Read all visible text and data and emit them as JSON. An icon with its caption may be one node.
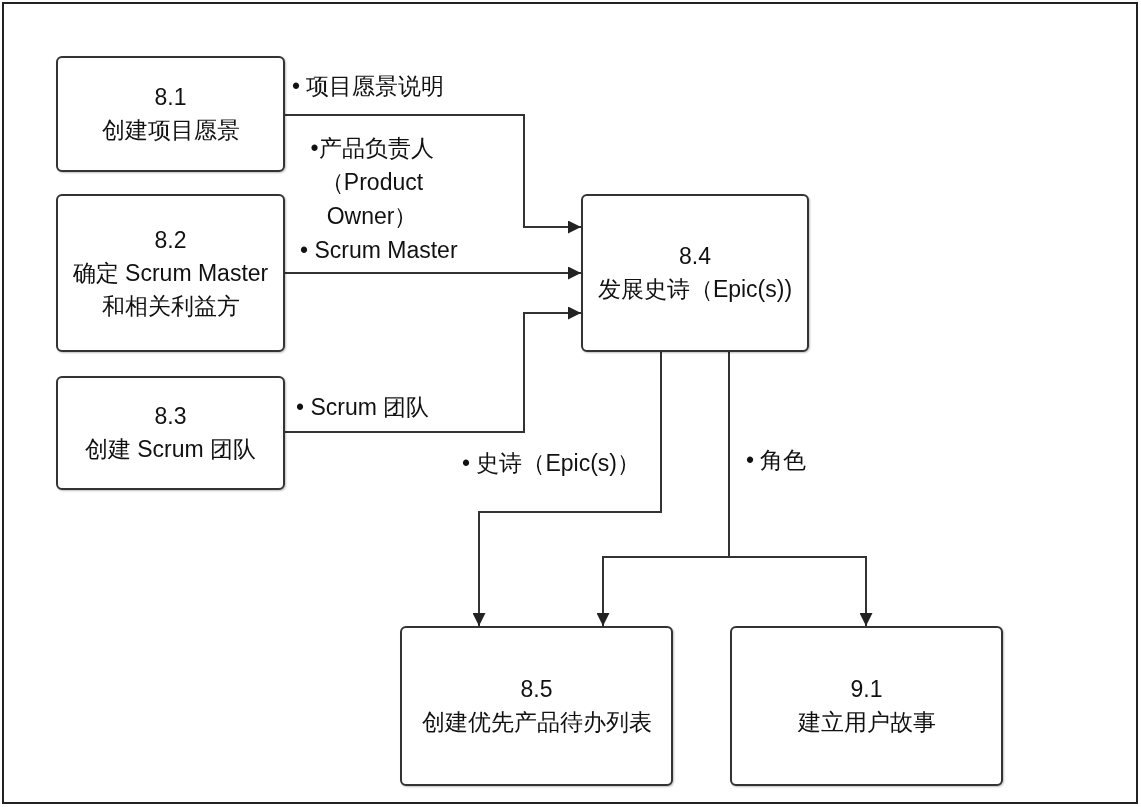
{
  "diagram": {
    "nodes": [
      {
        "text": [
          "8.1",
          "创建项目愿景"
        ]
      },
      {
        "text": [
          "8.2",
          "确定 Scrum Master 和相关利益方"
        ]
      },
      {
        "text": [
          "8.3",
          "创建 Scrum 团队"
        ]
      },
      {
        "text": [
          "8.4",
          "发展史诗（Epic(s))"
        ]
      },
      {
        "text": [
          "8.5",
          "创建优先产品待办列表"
        ]
      },
      {
        "text": [
          "9.1",
          "建立用户故事"
        ]
      }
    ],
    "edges": [
      {
        "from": 0,
        "to": 3,
        "arrow": "to",
        "label": "• 项目愿景说明"
      },
      {
        "from": 1,
        "to": 3,
        "arrow": "to",
        "label": "• Scrum Master"
      },
      {
        "from": 2,
        "to": 3,
        "arrow": "to",
        "label": "• Scrum 团队"
      },
      {
        "from": 3,
        "to": 4,
        "arrow": "to",
        "label": "• 史诗（Epic(s)）"
      },
      {
        "from": 3,
        "to": 4,
        "arrow": "to",
        "label": "• 角色"
      },
      {
        "from": 3,
        "to": 5,
        "arrow": "to"
      }
    ],
    "labels": [
      "•产品负责人（Product Owner）"
    ]
  }
}
